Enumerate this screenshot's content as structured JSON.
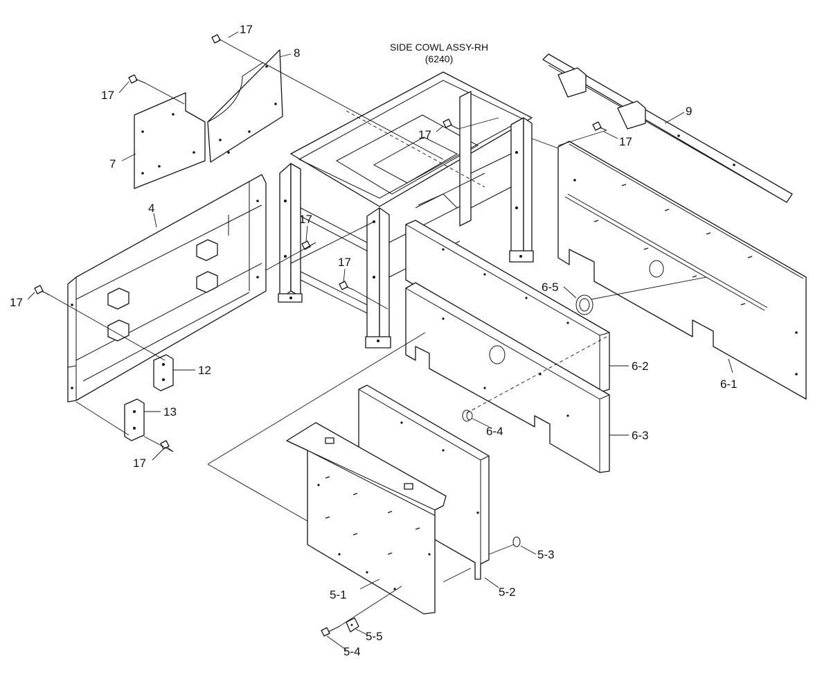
{
  "title": {
    "line1": "SIDE COWL ASSY-RH",
    "line2": "(6240)"
  },
  "callouts": {
    "c17_top": "17",
    "c8": "8",
    "c17_b": "17",
    "c7": "7",
    "c4": "4",
    "c17_left": "17",
    "c12": "12",
    "c13": "13",
    "c17_bottom": "17",
    "c17_frame_top": "17",
    "c17_frame_mid": "17",
    "c17_frame_low": "17",
    "c9": "9",
    "c17_right": "17",
    "c6_5": "6-5",
    "c6_2": "6-2",
    "c6_1": "6-1",
    "c6_4": "6-4",
    "c6_3": "6-3",
    "c5_3": "5-3",
    "c5_2": "5-2",
    "c5_1": "5-1",
    "c5_5": "5-5",
    "c5_4": "5-4"
  }
}
